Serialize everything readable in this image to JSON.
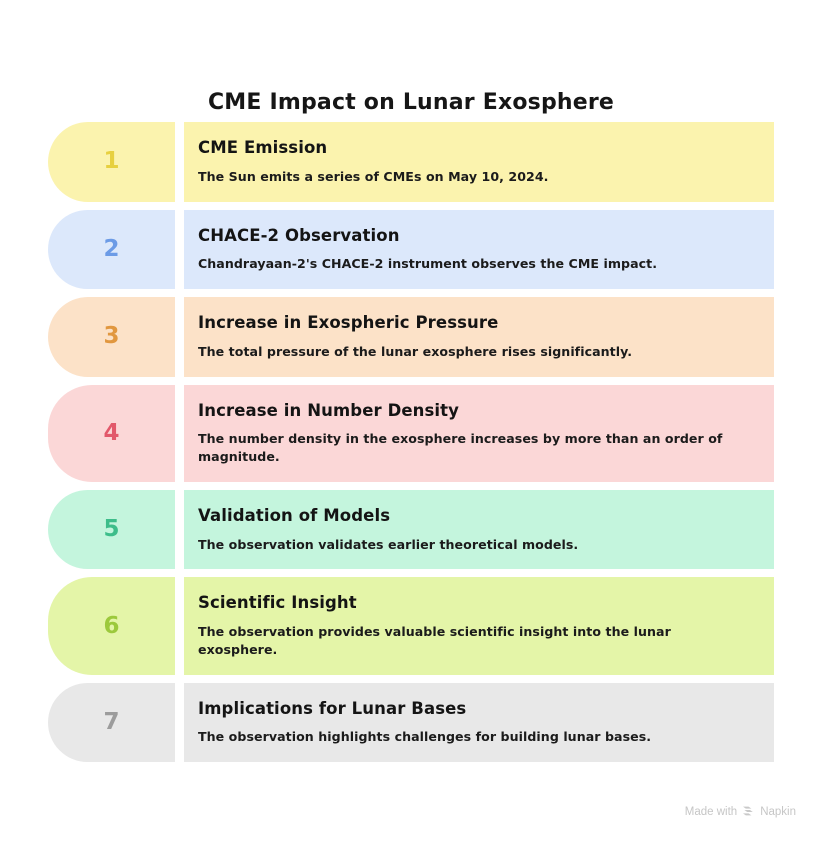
{
  "page": {
    "title": "CME Impact on Lunar Exosphere",
    "background_color": "#ffffff"
  },
  "steps": [
    {
      "number": "1",
      "title": "CME Emission",
      "description": "The Sun emits a series of CMEs on May 10, 2024.",
      "fill_color": "#FBF3AE",
      "number_color": "#E7D03F"
    },
    {
      "number": "2",
      "title": "CHACE-2 Observation",
      "description": "Chandrayaan-2's CHACE-2 instrument observes the CME impact.",
      "fill_color": "#DCE8FB",
      "number_color": "#6C9BE6"
    },
    {
      "number": "3",
      "title": "Increase in Exospheric Pressure",
      "description": "The total pressure of the lunar exosphere rises significantly.",
      "fill_color": "#FCE2C8",
      "number_color": "#E1973F"
    },
    {
      "number": "4",
      "title": "Increase in Number Density",
      "description": "The number density in the exosphere increases by more than an order of magnitude.",
      "fill_color": "#FBD7D7",
      "number_color": "#E2586A"
    },
    {
      "number": "5",
      "title": "Validation of Models",
      "description": "The observation validates earlier theoretical models.",
      "fill_color": "#C4F5DD",
      "number_color": "#3DBD8A"
    },
    {
      "number": "6",
      "title": "Scientific Insight",
      "description": "The observation provides valuable scientific insight into the lunar exosphere.",
      "fill_color": "#E4F5A8",
      "number_color": "#9CC93C"
    },
    {
      "number": "7",
      "title": "Implications for Lunar Bases",
      "description": "The observation highlights challenges for building lunar bases.",
      "fill_color": "#E8E8E8",
      "number_color": "#9C9C9C"
    }
  ],
  "watermark": {
    "prefix": "Made with",
    "brand": "Napkin",
    "logo_icon": "napkin-chevrons-icon",
    "color": "#c6c6c6"
  }
}
